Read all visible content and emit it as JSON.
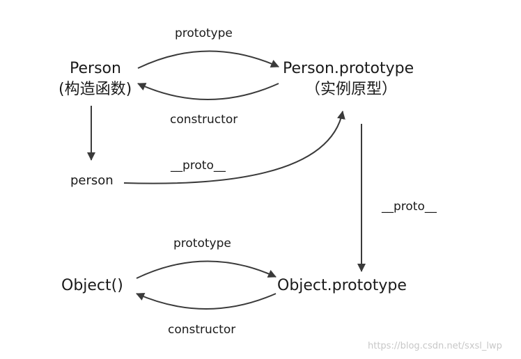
{
  "nodes": {
    "person_ctor": {
      "name": "Person",
      "note": "(构造函数)"
    },
    "person_proto": {
      "name": "Person.prototype",
      "note": "（实例原型）"
    },
    "person_instance": {
      "name": "person"
    },
    "object_ctor": {
      "name": "Object()"
    },
    "object_proto": {
      "name": "Object.prototype"
    }
  },
  "edges": {
    "person_prototype": "prototype",
    "person_constructor": "constructor",
    "person_instance_proto": "__proto__",
    "person_proto_proto": "__proto__",
    "object_prototype": "prototype",
    "object_constructor": "constructor"
  },
  "watermark": "https://blog.csdn.net/sxsl_lwp",
  "colors": {
    "stroke": "#3a3a3a",
    "text": "#1a1a1a",
    "watermark": "#c7c7c7"
  }
}
